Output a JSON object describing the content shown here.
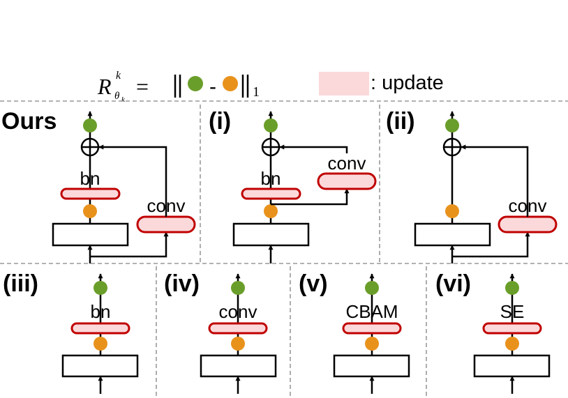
{
  "legend": {
    "formula_lhs": "R",
    "formula_sup": "k",
    "formula_sub": "θ",
    "formula_sub2": "k",
    "formula_eq": "=",
    "formula_minus": "-",
    "formula_norm_sub": "1",
    "update_text": ": update"
  },
  "colors": {
    "green_dot": "#6a9e2a",
    "orange_dot": "#e8921c",
    "update_fill": "#fbd9da",
    "update_stroke": "#c00000",
    "divider": "#999999"
  },
  "panels": {
    "ours": {
      "label": "Ours",
      "bn": "bn",
      "conv": "conv"
    },
    "i": {
      "label": "(i)",
      "bn": "bn",
      "conv": "conv"
    },
    "ii": {
      "label": "(ii)",
      "conv": "conv"
    },
    "iii": {
      "label": "(iii)",
      "module": "bn"
    },
    "iv": {
      "label": "(iv)",
      "module": "conv"
    },
    "v": {
      "label": "(v)",
      "module": "CBAM"
    },
    "vi": {
      "label": "(vi)",
      "module": "SE"
    }
  }
}
